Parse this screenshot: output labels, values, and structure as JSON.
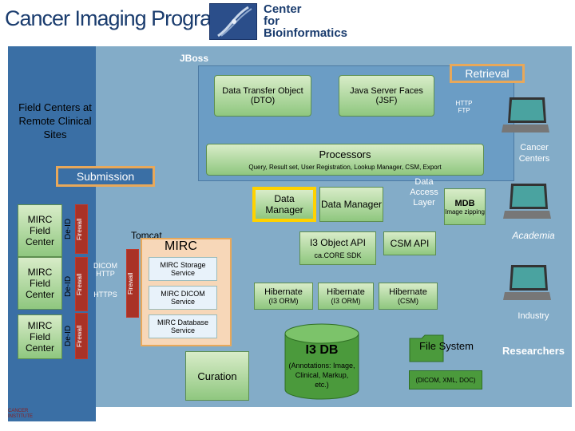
{
  "header": {
    "logo_text": "Cancer Imaging Program",
    "cbiit": [
      "Center",
      "for",
      "Bioinformatics"
    ],
    "corner_logo": "CANCER INSTITUTE"
  },
  "diagram": {
    "jboss": "JBoss",
    "retrieval": "Retrieval",
    "dto": "Data Transfer Object (DTO)",
    "jsf": "Java Server Faces (JSF)",
    "http_ftp": "HTTP FTP",
    "field_centers": "Field Centers at Remote Clinical Sites",
    "processors": "Processors",
    "processors_sub": "Query, Result set, User Registration, Lookup Manager, CSM, Export",
    "submission": "Submission",
    "data_manager_1": "Data Manager",
    "data_manager_2": "Data Manager",
    "data_access_layer": "Data Access Layer",
    "mdb": "MDB",
    "image_zipping": "Image zipping",
    "mirc_field_center_1": "MIRC Field Center",
    "mirc_field_center_2": "MIRC Field Center",
    "mirc_field_center_3": "MIRC Field Center",
    "deid": "De-ID",
    "firewall": "Firewall",
    "tomcat": "Tomcat",
    "mirc": "MIRC",
    "i3_object_api": "I3 Object API",
    "cacore_sdk": "ca.CORE SDK",
    "csm_api": "CSM API",
    "dicom_http": "DICOM HTTP",
    "https": "HTTPS",
    "mirc_storage": "MIRC Storage Service",
    "mirc_dicom": "MIRC DICOM Service",
    "mirc_database": "MIRC Database Service",
    "hibernate": "Hibernate",
    "i3_orm": "(I3 ORM)",
    "csm_paren": "(CSM)",
    "i3_db": "I3 DB",
    "annotations": "(Annotations: Image, Clinical, Markup, etc.)",
    "file_system": "File System",
    "file_formats": "(DICOM, XML, DOC)",
    "curation": "Curation",
    "cancer_centers": "Cancer Centers",
    "academia": "Academia",
    "industry": "Industry",
    "researchers": "Researchers"
  },
  "colors": {
    "left_panel": "#3a6fa5",
    "main_area": "#83acc8",
    "retrieval_box": "#6b9dc5",
    "orange": "#e8a85a",
    "tomcat_fill": "#f7d7b8",
    "green_light": "#d8ecc8",
    "green_dark": "#8fc77f",
    "db_green": "#4b9a3c",
    "yellow": "#ffd200"
  }
}
